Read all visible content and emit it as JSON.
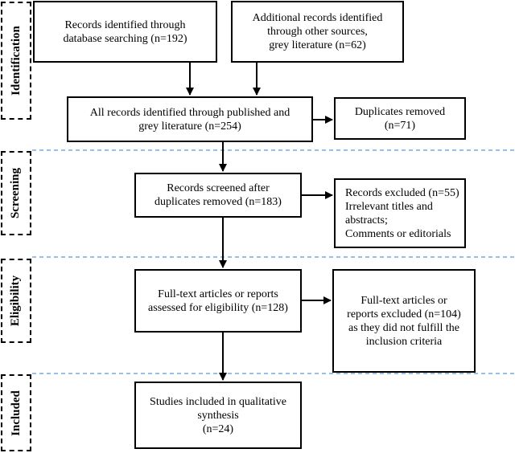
{
  "stages": [
    {
      "id": "identification",
      "label": "Identification"
    },
    {
      "id": "screening",
      "label": "Screening"
    },
    {
      "id": "eligibility",
      "label": "Eligibility"
    },
    {
      "id": "included",
      "label": "Included"
    }
  ],
  "boxes": {
    "database_search": {
      "lines": [
        "Records identified through",
        "database searching (n=192)"
      ]
    },
    "other_sources": {
      "lines": [
        "Additional records identified",
        "through other sources,",
        "grey literature (n=62)"
      ]
    },
    "all_records": {
      "lines": [
        "All records identified through published and",
        "grey literature (n=254)"
      ]
    },
    "duplicates_removed": {
      "lines": [
        "Duplicates removed",
        "(n=71)"
      ]
    },
    "records_screened": {
      "lines": [
        "Records screened after",
        "duplicates removed (n=183)"
      ]
    },
    "records_excluded": {
      "lines": [
        "Records excluded (n=55)",
        "Irrelevant titles and",
        "abstracts;",
        "Comments or editorials"
      ]
    },
    "fulltext_assessed": {
      "lines": [
        "Full-text articles or reports",
        "assessed for eligibility (n=128)"
      ]
    },
    "fulltext_excluded": {
      "lines": [
        "Full-text articles or",
        "reports excluded (n=104)",
        "as they did not fulfill the",
        "inclusion criteria"
      ]
    },
    "studies_included": {
      "lines": [
        "Studies included in qualitative",
        "synthesis",
        "(n=24)"
      ]
    }
  },
  "colors": {
    "separator": "#5b9bd5",
    "stroke": "#000000"
  }
}
